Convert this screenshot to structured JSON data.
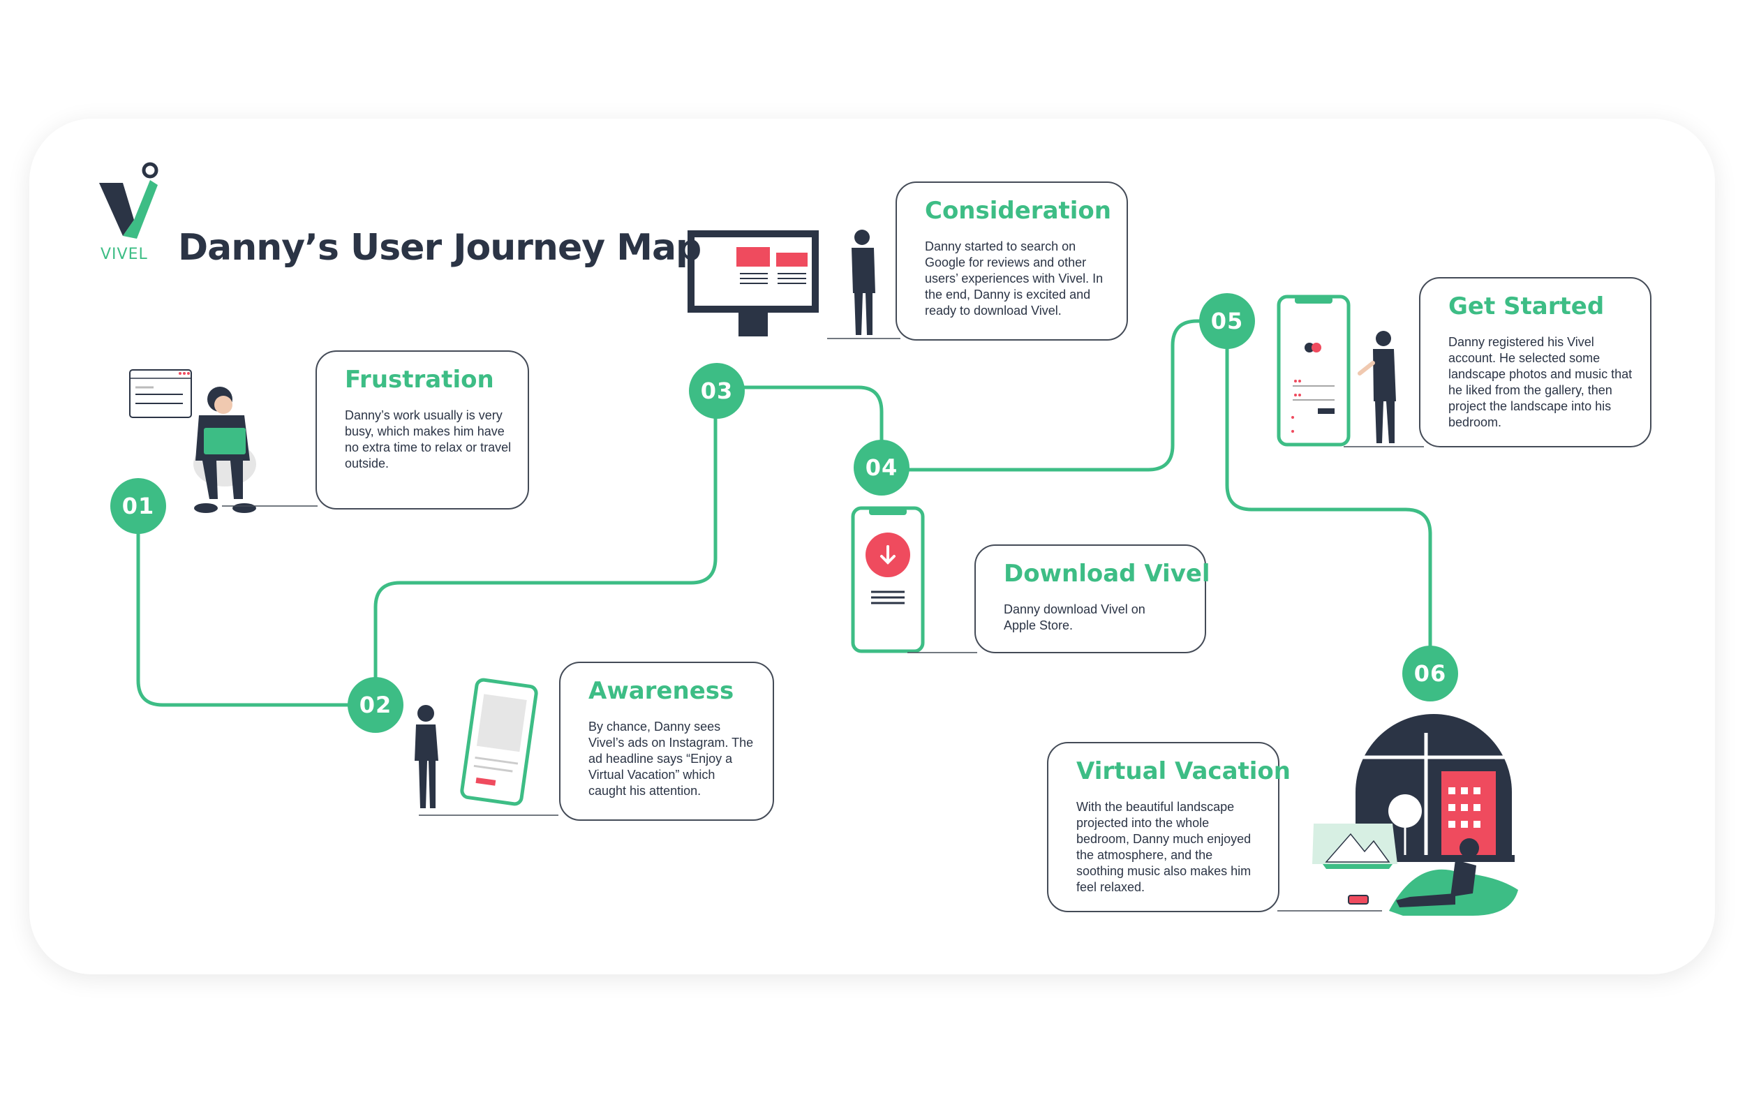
{
  "header": {
    "title": "Danny’s User Journey Map",
    "brand": "VIVEL"
  },
  "steps": [
    {
      "number": "01",
      "title": "Frustration",
      "text": "Danny’s work usually is very busy, which makes him have no extra time to relax or travel outside."
    },
    {
      "number": "02",
      "title": "Awareness",
      "text": "By chance, Danny sees Vivel’s ads on Instagram. The ad headline says “Enjoy a Virtual Vacation” which caught his attention."
    },
    {
      "number": "03",
      "title": "Consideration",
      "text": "Danny started to search on Google for reviews and other users’ experiences with Vivel. In the end, Danny is excited and ready to download Vivel."
    },
    {
      "number": "04",
      "title": "Download Vivel",
      "text": "Danny download Vivel on Apple Store."
    },
    {
      "number": "05",
      "title": "Get Started",
      "text": "Danny registered his Vivel account. He selected some landscape photos and music that he liked from the gallery, then project the landscape into his bedroom."
    },
    {
      "number": "06",
      "title": "Virtual Vacation",
      "text": "With the beautiful landscape projected into the whole bedroom, Danny much enjoyed the atmosphere, and the soothing music also makes him feel relaxed."
    }
  ],
  "colors": {
    "accent": "#3dbd85",
    "dark": "#2b3445",
    "red": "#ef4b5e"
  }
}
